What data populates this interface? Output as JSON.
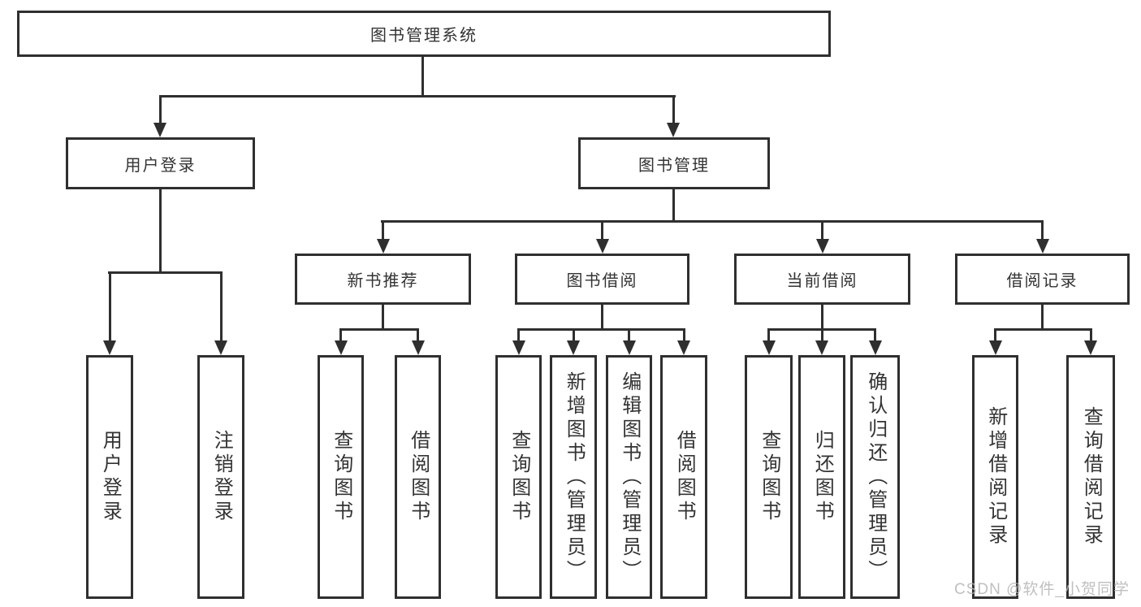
{
  "colors": {
    "line": "#2f2f2f",
    "text": "#333333",
    "box_background": "#ffffff",
    "watermark": "#b5b5b5"
  },
  "root": {
    "label": "图书管理系统"
  },
  "branches": {
    "user_login": {
      "label": "用户登录",
      "children": {
        "login": "用户登录",
        "logout": "注销登录"
      }
    },
    "book_mgmt": {
      "label": "图书管理",
      "sections": {
        "new_book_rec": {
          "label": "新书推荐",
          "children": {
            "query_book": "查询图书",
            "borrow_book": "借阅图书"
          }
        },
        "book_borrow": {
          "label": "图书借阅",
          "children": {
            "query_book": "查询图书",
            "add_book": "新增图书（管理员）",
            "edit_book": "编辑图书（管理员）",
            "borrow_book": "借阅图书"
          }
        },
        "current_borrow": {
          "label": "当前借阅",
          "children": {
            "query_book": "查询图书",
            "return_book": "归还图书",
            "confirm_return": "确认归还（管理员）"
          }
        },
        "borrow_record": {
          "label": "借阅记录",
          "children": {
            "add_record": "新增借阅记录",
            "query_record": "查询借阅记录"
          }
        }
      }
    }
  },
  "watermark": {
    "text": "CSDN @软件_小贺同学"
  }
}
